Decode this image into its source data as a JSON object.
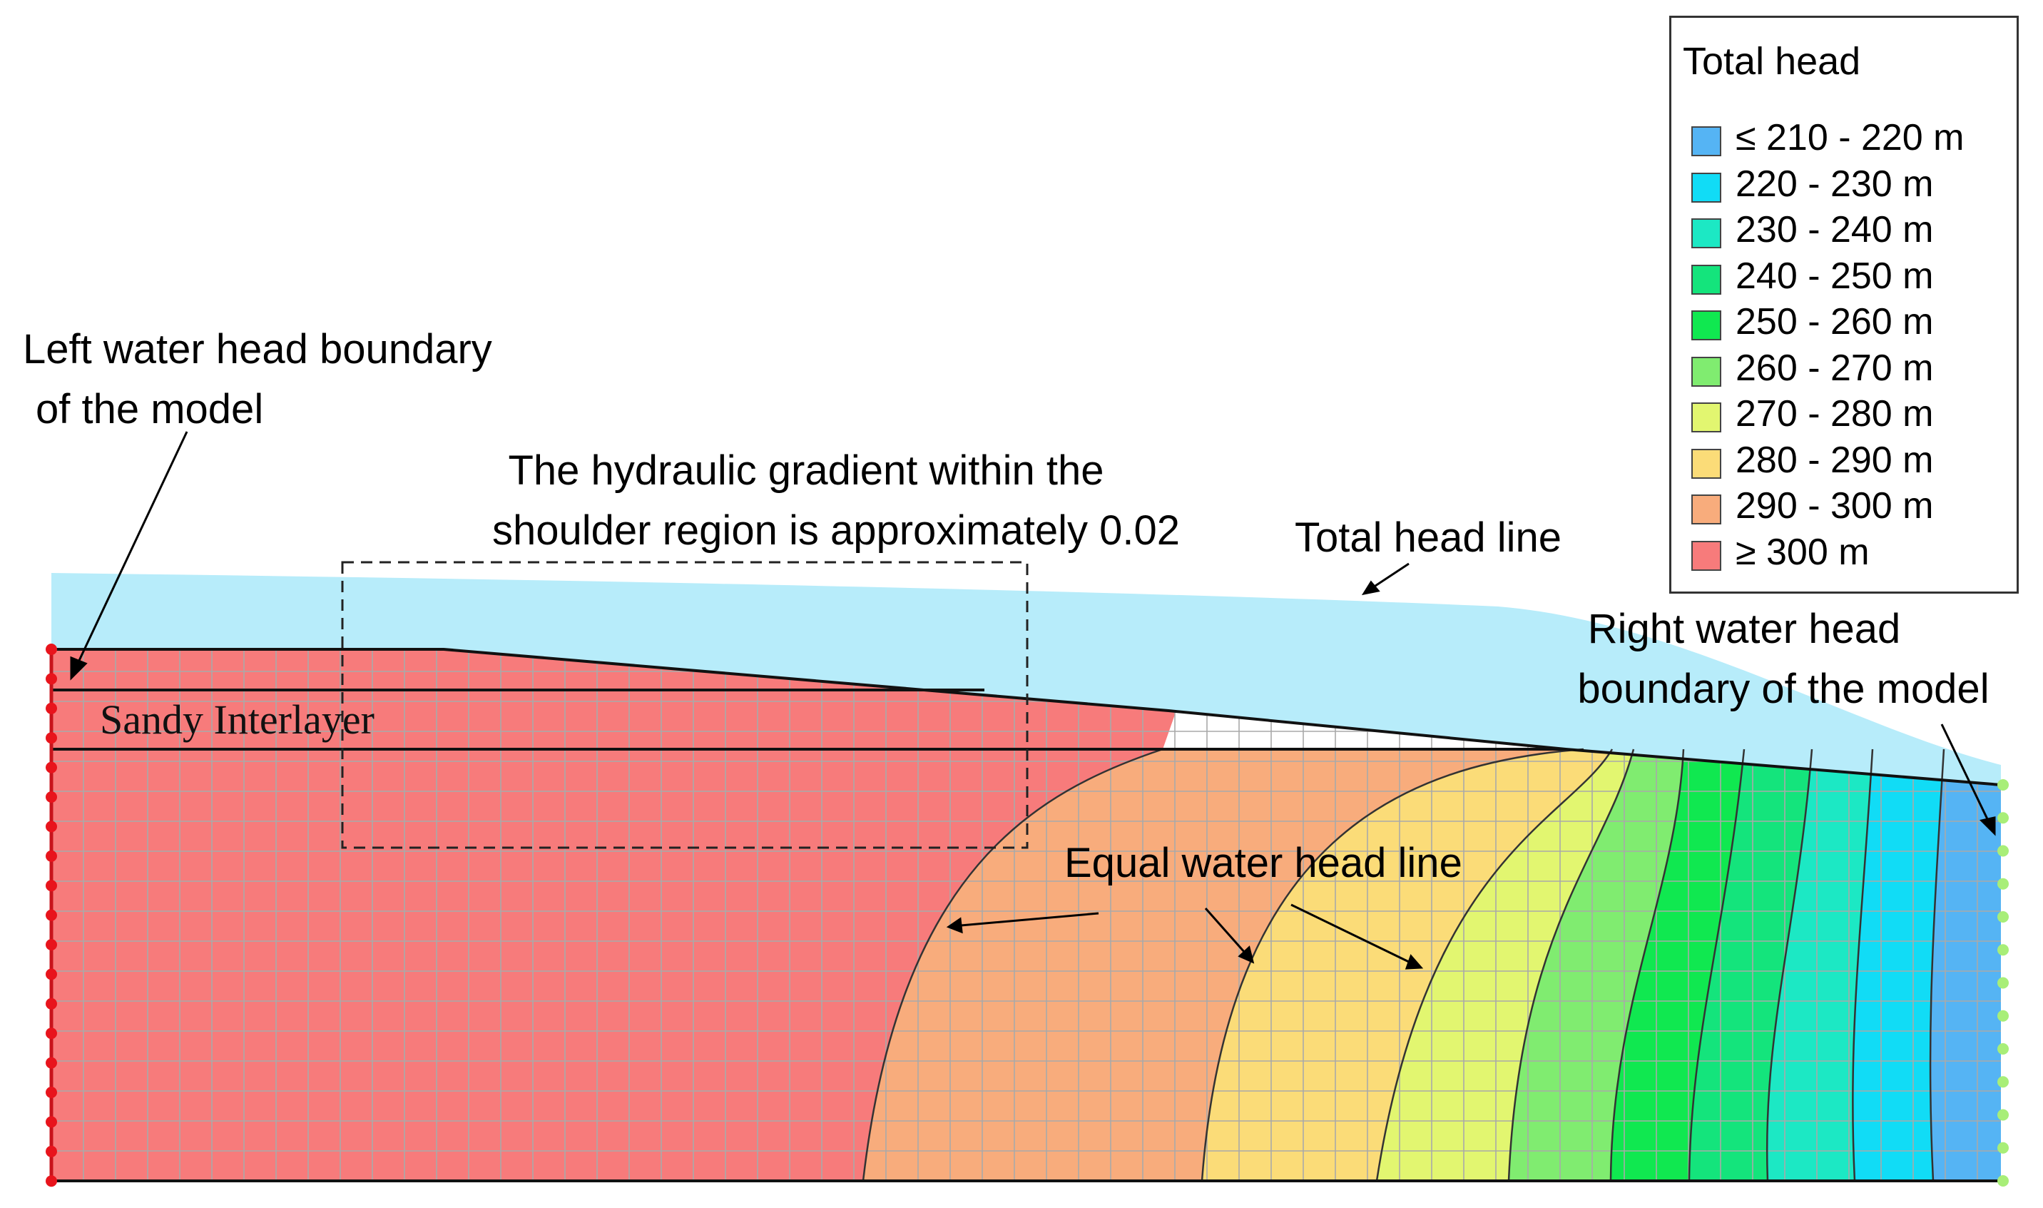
{
  "legend": {
    "title": "Total head",
    "items": [
      {
        "label": "≤ 210 - 220 m",
        "color": "#55b4f4"
      },
      {
        "label": "220 - 230  m",
        "color": "#11dcf6"
      },
      {
        "label": "230 - 240  m",
        "color": "#1ce8c4"
      },
      {
        "label": "240 - 250  m",
        "color": "#14e47c"
      },
      {
        "label": "250 - 260  m",
        "color": "#10e850"
      },
      {
        "label": "260 - 270  m",
        "color": "#80ec70"
      },
      {
        "label": "270 - 280  m",
        "color": "#e2f670"
      },
      {
        "label": "280 - 290  m",
        "color": "#fbdc78"
      },
      {
        "label": "290 - 300  m",
        "color": "#f8ac7c"
      },
      {
        "label": "≥ 300 m",
        "color": "#f77b7b"
      }
    ]
  },
  "annotations": {
    "left_boundary": [
      "Left water head boundary",
      "of the model"
    ],
    "gradient_note": [
      "The hydraulic gradient within the",
      "shoulder region is approximately 0.02"
    ],
    "total_head_line": "Total head line",
    "right_boundary": [
      "Right water head",
      "boundary of the model"
    ],
    "equal_head_line": "Equal water head line",
    "sandy_interlayer": "Sandy Interlayer"
  },
  "colors": {
    "water": "#b7ecfa",
    "mesh": "#a9a9a9",
    "left_nodes": "#e8141c",
    "right_nodes": "#a8ee78"
  }
}
